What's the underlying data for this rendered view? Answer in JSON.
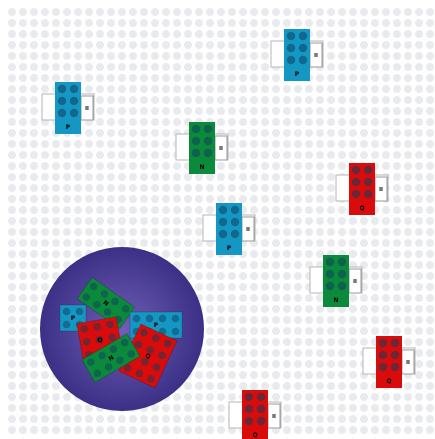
{
  "colors": {
    "background": "#ffffff",
    "grid_dot": "#e9eaee",
    "blue": "#1597c4",
    "green": "#0b8a3c",
    "red": "#d90b0b",
    "stud_dark": "#0f3f5e",
    "bin_outer": "#3b2f86",
    "bin_inner": "#6f5fb6"
  },
  "pieces": [
    {
      "id": "blue-1",
      "color": "blue",
      "label": "P",
      "tab": "II"
    },
    {
      "id": "blue-2",
      "color": "blue",
      "label": "P",
      "tab": "II"
    },
    {
      "id": "blue-3",
      "color": "blue",
      "label": "P",
      "tab": "II"
    },
    {
      "id": "green-1",
      "color": "green",
      "label": "N",
      "tab": "II"
    },
    {
      "id": "green-2",
      "color": "green",
      "label": "N",
      "tab": "II"
    },
    {
      "id": "red-1",
      "color": "red",
      "label": "Q",
      "tab": "II"
    },
    {
      "id": "red-2",
      "color": "red",
      "label": "Q",
      "tab": "II"
    },
    {
      "id": "red-3",
      "color": "red",
      "label": "Q",
      "tab": "II"
    }
  ],
  "bin": {
    "contents": [
      {
        "color": "blue",
        "label": "P"
      },
      {
        "color": "green",
        "label": "N"
      },
      {
        "color": "red",
        "label": "Q"
      },
      {
        "color": "blue",
        "label": "P"
      },
      {
        "color": "red",
        "label": "Q"
      },
      {
        "color": "green",
        "label": "N"
      }
    ]
  }
}
